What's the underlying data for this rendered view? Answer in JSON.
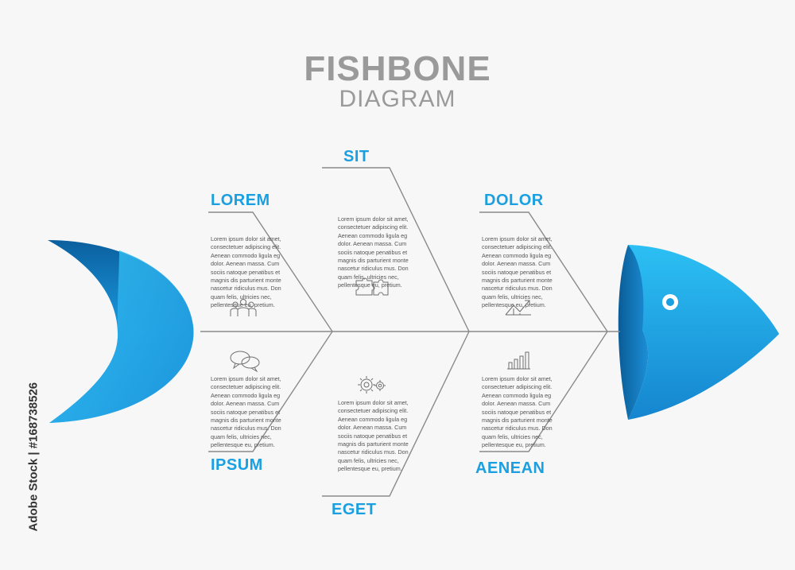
{
  "title": {
    "main": "FISHBONE",
    "sub": "DIAGRAM"
  },
  "categories": [
    {
      "key": "lorem",
      "label": "LOREM"
    },
    {
      "key": "sit",
      "label": "SIT"
    },
    {
      "key": "dolor",
      "label": "DOLOR"
    },
    {
      "key": "ipsum",
      "label": "IPSUM"
    },
    {
      "key": "eget",
      "label": "EGET"
    },
    {
      "key": "aenean",
      "label": "AENEAN"
    }
  ],
  "descriptions": {
    "lorem": "Lorem ipsum dolor sit amet, consectetuer adipiscing elit. Aenean commodo ligula eg dolor. Aenean massa. Cum sociis natoque penatibus et magnis dis parturient monte nascetur ridiculus mus. Don quam felis, ultricies nec, pellentesque eu, pretium.",
    "sit": "Lorem ipsum dolor sit amet, consectetuer adipiscing elit. Aenean commodo ligula eg dolor. Aenean massa. Cum sociis natoque penatibus et magnis dis parturient monte nascetur ridiculus mus. Don quam felis, ultricies nec, pellentesque eu, pretium.",
    "dolor": "Lorem ipsum dolor sit amet, consectetuer adipiscing elit. Aenean commodo ligula eg dolor. Aenean massa. Cum sociis natoque penatibus et magnis dis parturient monte nascetur ridiculus mus. Don quam felis, ultricies nec, pellentesque eu, pretium.",
    "ipsum": "Lorem ipsum dolor sit amet, consectetuer adipiscing elit. Aenean commodo ligula eg dolor. Aenean massa. Cum sociis natoque penatibus et magnis dis parturient monte nascetur ridiculus mus. Don quam felis, ultricies nec, pellentesque eu, pretium.",
    "eget": "Lorem ipsum dolor sit amet, consectetuer adipiscing elit. Aenean commodo ligula eg dolor. Aenean massa. Cum sociis natoque penatibus et magnis dis parturient monte nascetur ridiculus mus. Don quam felis, ultricies nec, pellentesque eu, pretium.",
    "aenean": "Lorem ipsum dolor sit amet, consectetuer adipiscing elit. Aenean commodo ligula eg dolor. Aenean massa. Cum sociis natoque penatibus et magnis dis parturient monte nascetur ridiculus mus. Don quam felis, ultricies nec, pellentesque eu, pretium."
  },
  "icons": {
    "lorem": "people-group-icon",
    "sit": "puzzle-icon",
    "dolor": "growth-chart-icon",
    "ipsum": "chat-bubbles-icon",
    "eget": "gears-icon",
    "aenean": "bar-chart-icon"
  },
  "side_credit": "Adobe Stock | #168738526",
  "colors": {
    "accent": "#1a9fe0",
    "fish_light": "#2bbcf2",
    "fish_dark": "#0d6fb0",
    "lines": "#8a8a8a",
    "title": "#9a9a9a"
  }
}
